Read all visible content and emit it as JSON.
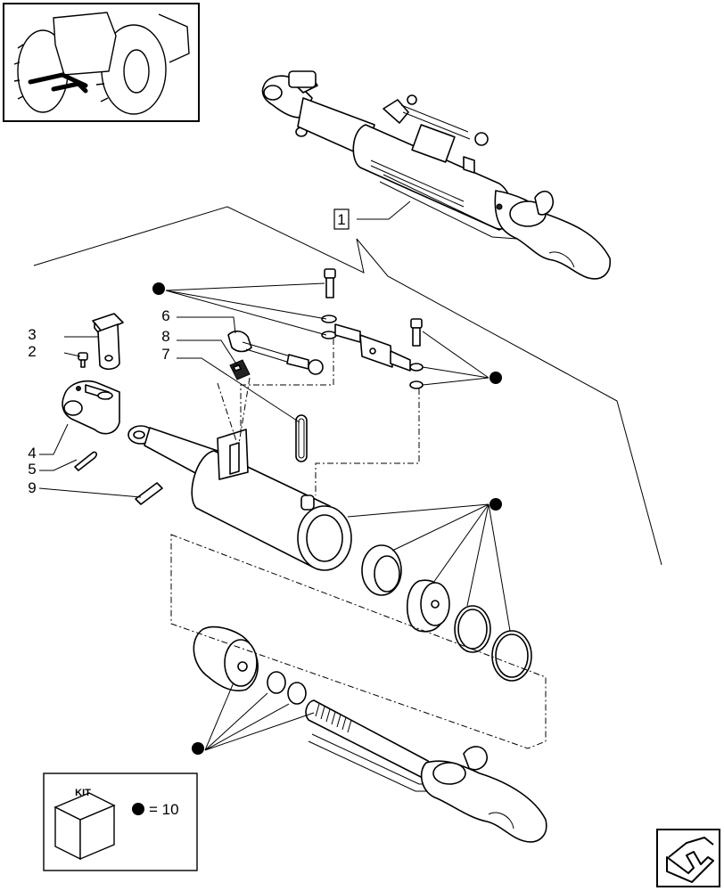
{
  "callouts": [
    "1",
    "2",
    "3",
    "4",
    "5",
    "6",
    "7",
    "8",
    "9"
  ],
  "kit": {
    "badge": "KIT",
    "legend": "= 10"
  },
  "icons": {
    "thumbnail": "tractor-rear-thumbnail",
    "kit_box": "kit-box-icon",
    "bullet": "kit-bullet-icon",
    "navigation": "next-page-arrow-icon"
  },
  "colors": {
    "ink": "#000000",
    "paper": "#ffffff"
  }
}
